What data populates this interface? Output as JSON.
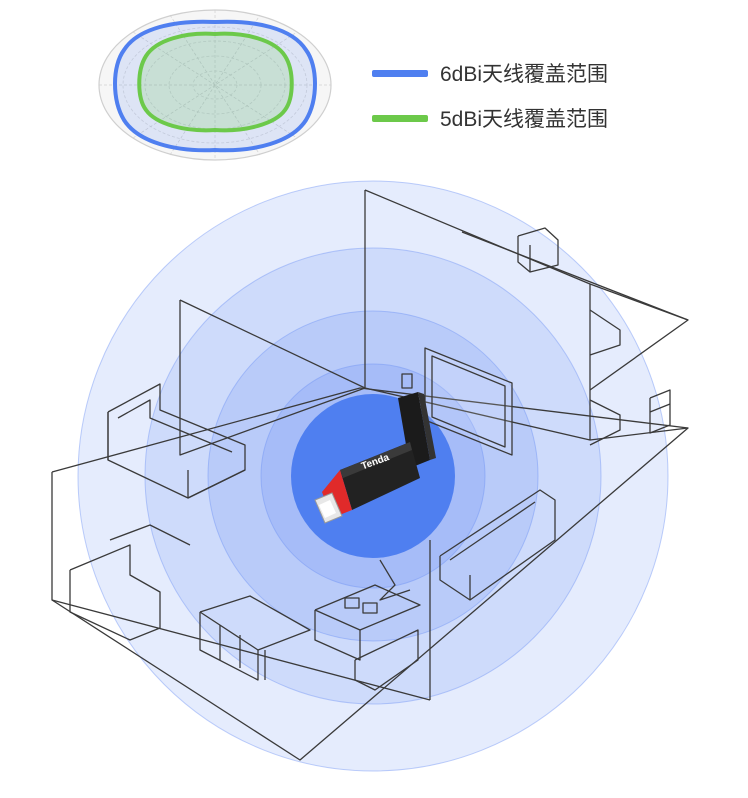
{
  "legend": {
    "items": [
      {
        "label": "6dBi天线覆盖范围",
        "color": "#4f7ff0"
      },
      {
        "label": "5dBi天线覆盖范围",
        "color": "#6cc94a"
      }
    ]
  },
  "device": {
    "brand": "Tenda",
    "body_color": "#1e1e1e",
    "accent_color": "#e02a2a"
  },
  "coverage": {
    "ring_color": "#7e9ef5",
    "center_color": "#4f7ff0"
  },
  "icons": [
    "polar-coverage-icon",
    "usb-wifi-adapter-icon",
    "floorplan-illustration"
  ]
}
